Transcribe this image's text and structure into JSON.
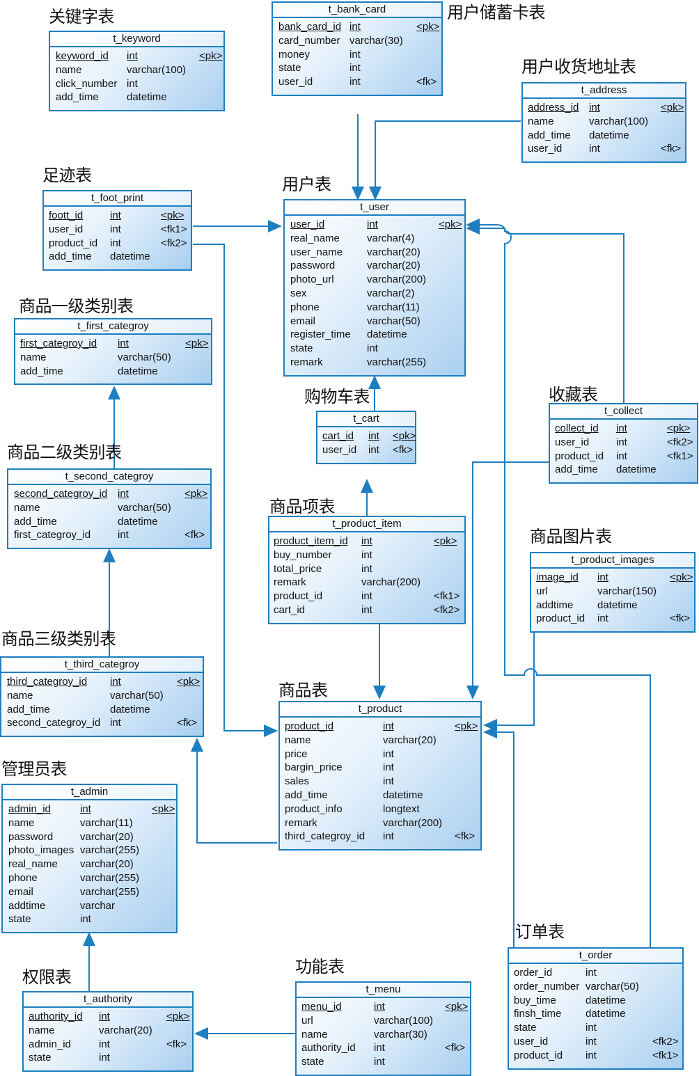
{
  "tables": [
    {
      "id": "keyword",
      "caption": "关键字表",
      "name": "t_keyword",
      "rows": [
        [
          "keyword_id",
          "int",
          "<pk>"
        ],
        [
          "name",
          "varchar(100)",
          ""
        ],
        [
          "click_number",
          "int",
          ""
        ],
        [
          "add_time",
          "datetime",
          ""
        ]
      ]
    },
    {
      "id": "bank_card",
      "caption": "用户储蓄卡表",
      "name": "t_bank_card",
      "rows": [
        [
          "bank_card_id",
          "int",
          "<pk>"
        ],
        [
          "card_number",
          "varchar(30)",
          ""
        ],
        [
          "money",
          "int",
          ""
        ],
        [
          "state",
          "int",
          ""
        ],
        [
          "user_id",
          "int",
          "<fk>"
        ]
      ]
    },
    {
      "id": "address",
      "caption": "用户收货地址表",
      "name": "t_address",
      "rows": [
        [
          "address_id",
          "int",
          "<pk>"
        ],
        [
          "name",
          "varchar(100)",
          ""
        ],
        [
          "add_time",
          "datetime",
          ""
        ],
        [
          "user_id",
          "int",
          "<fk>"
        ]
      ]
    },
    {
      "id": "foot_print",
      "caption": "足迹表",
      "name": "t_foot_print",
      "rows": [
        [
          "foott_id",
          "int",
          "<pk>"
        ],
        [
          "user_id",
          "int",
          "<fk1>"
        ],
        [
          "product_id",
          "int",
          "<fk2>"
        ],
        [
          "add_time",
          "datetime",
          ""
        ]
      ]
    },
    {
      "id": "user",
      "caption": "用户表",
      "name": "t_user",
      "rows": [
        [
          "user_id",
          "int",
          "<pk>"
        ],
        [
          "real_name",
          "varchar(4)",
          ""
        ],
        [
          "user_name",
          "varchar(20)",
          ""
        ],
        [
          "password",
          "varchar(20)",
          ""
        ],
        [
          "photo_url",
          "varchar(200)",
          ""
        ],
        [
          "sex",
          "varchar(2)",
          ""
        ],
        [
          "phone",
          "varchar(11)",
          ""
        ],
        [
          "email",
          "varchar(50)",
          ""
        ],
        [
          "register_time",
          "datetime",
          ""
        ],
        [
          "state",
          "int",
          ""
        ],
        [
          "remark",
          "varchar(255)",
          ""
        ]
      ]
    },
    {
      "id": "first_categroy",
      "caption": "商品一级类别表",
      "name": "t_first_categroy",
      "rows": [
        [
          "first_categroy_id",
          "int",
          "<pk>"
        ],
        [
          "name",
          "varchar(50)",
          ""
        ],
        [
          "add_time",
          "datetime",
          ""
        ]
      ]
    },
    {
      "id": "cart",
      "caption": "购物车表",
      "name": "t_cart",
      "rows": [
        [
          "cart_id",
          "int",
          "<pk>"
        ],
        [
          "user_id",
          "int",
          "<fk>"
        ]
      ]
    },
    {
      "id": "collect",
      "caption": "收藏表",
      "name": "t_collect",
      "rows": [
        [
          "collect_id",
          "int",
          "<pk>"
        ],
        [
          "user_id",
          "int",
          "<fk2>"
        ],
        [
          "product_id",
          "int",
          "<fk1>"
        ],
        [
          "add_time",
          "datetime",
          ""
        ]
      ]
    },
    {
      "id": "second_categroy",
      "caption": "商品二级类别表",
      "name": "t_second_categroy",
      "rows": [
        [
          "second_categroy_id",
          "int",
          "<pk>"
        ],
        [
          "name",
          "varchar(50)",
          ""
        ],
        [
          "add_time",
          "datetime",
          ""
        ],
        [
          "first_categroy_id",
          "int",
          "<fk>"
        ]
      ]
    },
    {
      "id": "product_item",
      "caption": "商品项表",
      "name": "t_product_item",
      "rows": [
        [
          "product_item_id",
          "int",
          "<pk>"
        ],
        [
          "buy_number",
          "int",
          ""
        ],
        [
          "total_price",
          "int",
          ""
        ],
        [
          "remark",
          "varchar(200)",
          ""
        ],
        [
          "product_id",
          "int",
          "<fk1>"
        ],
        [
          "cart_id",
          "int",
          "<fk2>"
        ]
      ]
    },
    {
      "id": "product_images",
      "caption": "商品图片表",
      "name": "t_product_images",
      "rows": [
        [
          "image_id",
          "int",
          "<pk>"
        ],
        [
          "url",
          "varchar(150)",
          ""
        ],
        [
          "addtime",
          "datetime",
          ""
        ],
        [
          "product_id",
          "int",
          "<fk>"
        ]
      ]
    },
    {
      "id": "third_categroy",
      "caption": "商品三级类别表",
      "name": "t_third_categroy",
      "rows": [
        [
          "third_categroy_id",
          "int",
          "<pk>"
        ],
        [
          "name",
          "varchar(50)",
          ""
        ],
        [
          "add_time",
          "datetime",
          ""
        ],
        [
          "second_categroy_id",
          "int",
          "<fk>"
        ]
      ]
    },
    {
      "id": "product",
      "caption": "商品表",
      "name": "t_product",
      "rows": [
        [
          "product_id",
          "int",
          "<pk>"
        ],
        [
          "name",
          "varchar(20)",
          ""
        ],
        [
          "price",
          "int",
          ""
        ],
        [
          "bargin_price",
          "int",
          ""
        ],
        [
          "sales",
          "int",
          ""
        ],
        [
          "add_time",
          "datetime",
          ""
        ],
        [
          "product_info",
          "longtext",
          ""
        ],
        [
          "remark",
          "varchar(200)",
          ""
        ],
        [
          "third_categroy_id",
          "int",
          "<fk>"
        ]
      ]
    },
    {
      "id": "admin",
      "caption": "管理员表",
      "name": "t_admin",
      "rows": [
        [
          "admin_id",
          "int",
          "<pk>"
        ],
        [
          "name",
          "varchar(11)",
          ""
        ],
        [
          "password",
          "varchar(20)",
          ""
        ],
        [
          "photo_images",
          "varchar(255)",
          ""
        ],
        [
          "real_name",
          "varchar(20)",
          ""
        ],
        [
          "phone",
          "varchar(255)",
          ""
        ],
        [
          "email",
          "varchar(255)",
          ""
        ],
        [
          "addtime",
          "varchar",
          ""
        ],
        [
          "state",
          "int",
          ""
        ]
      ]
    },
    {
      "id": "order",
      "caption": "订单表",
      "name": "t_order",
      "rows": [
        [
          "order_id",
          "int",
          ""
        ],
        [
          "order_number",
          "varchar(50)",
          ""
        ],
        [
          "buy_time",
          "datetime",
          ""
        ],
        [
          "finsh_time",
          "datetime",
          ""
        ],
        [
          "state",
          "int",
          ""
        ],
        [
          "user_id",
          "int",
          "<fk2>"
        ],
        [
          "product_id",
          "int",
          "<fk1>"
        ]
      ]
    },
    {
      "id": "authority",
      "caption": "权限表",
      "name": "t_authority",
      "rows": [
        [
          "authority_id",
          "int",
          "<pk>"
        ],
        [
          "name",
          "varchar(20)",
          ""
        ],
        [
          "admin_id",
          "int",
          "<fk>"
        ],
        [
          "state",
          "int",
          ""
        ]
      ]
    },
    {
      "id": "menu",
      "caption": "功能表",
      "name": "t_menu",
      "rows": [
        [
          "menu_id",
          "int",
          "<pk>"
        ],
        [
          "url",
          "varchar(100)",
          ""
        ],
        [
          "name",
          "varchar(30)",
          ""
        ],
        [
          "authority_id",
          "int",
          "<fk>"
        ],
        [
          "state",
          "int",
          ""
        ]
      ]
    }
  ],
  "colors": {
    "border": "#1d7fc0",
    "link": "#1d7fc0",
    "fill_light": "#ffffff",
    "fill_dark": "#a9cff0"
  }
}
